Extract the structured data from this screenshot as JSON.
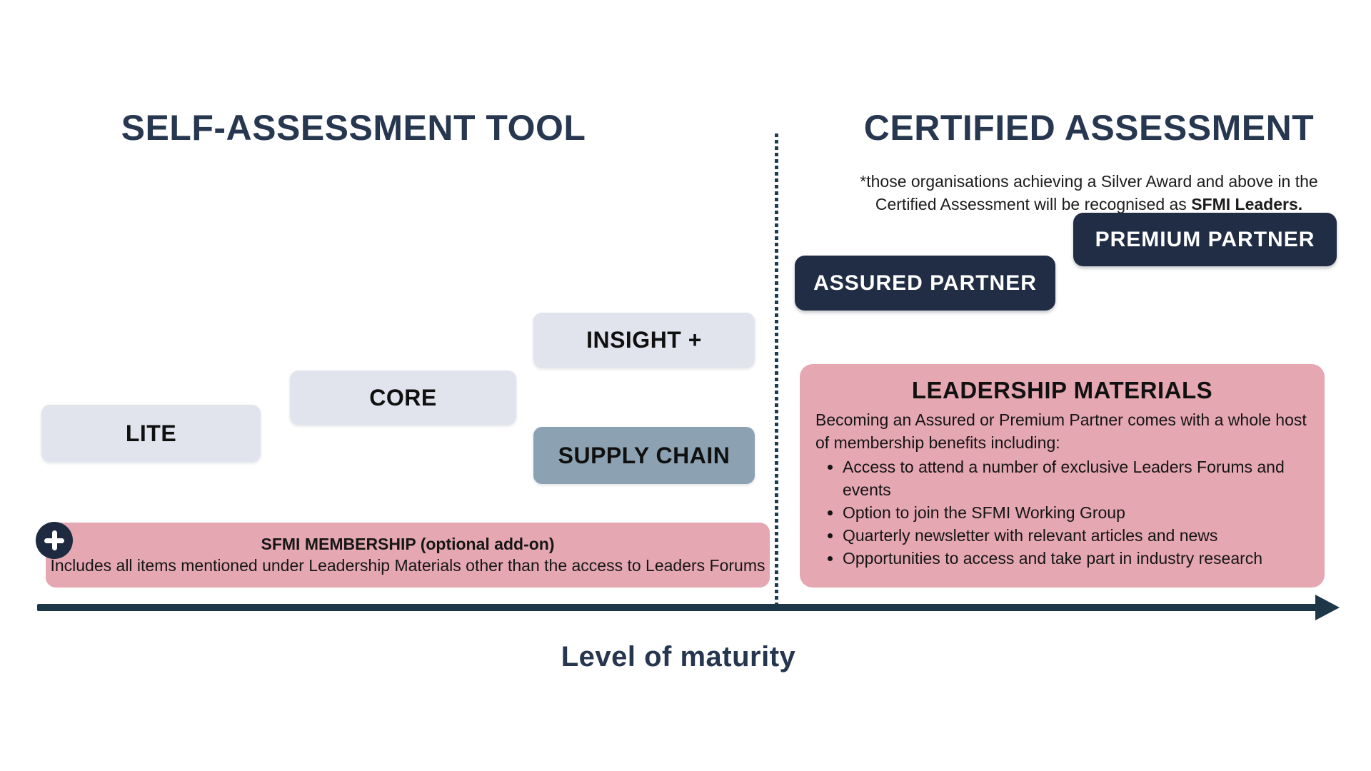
{
  "colors": {
    "background": "#ffffff",
    "navy_box": "#212d44",
    "axis_navy": "#1d3749",
    "title_navy": "#27374f",
    "light_step_box": "#e2e4ed",
    "supply_chain_box": "#8ca2b2",
    "pink": "#e5a7b2",
    "text_dark": "#141414",
    "white": "#ffffff"
  },
  "left": {
    "title": "SELF-ASSESSMENT TOOL",
    "steps": [
      {
        "label": "LITE"
      },
      {
        "label": "CORE"
      },
      {
        "label": "INSIGHT +"
      },
      {
        "label": "SUPPLY CHAIN"
      }
    ],
    "membership": {
      "icon": "plus-icon",
      "title": "SFMI MEMBERSHIP (optional add-on)",
      "description": "Includes all items mentioned under Leadership Materials other than the access to Leaders Forums"
    }
  },
  "right": {
    "title": "CERTIFIED ASSESSMENT",
    "note_line1": "*those organisations achieving a Silver Award and above in the",
    "note_line2_regular": "Certified Assessment will be recognised as ",
    "note_line2_bold": "SFMI Leaders.",
    "partners": [
      {
        "label": "ASSURED PARTNER"
      },
      {
        "label": "PREMIUM PARTNER"
      }
    ],
    "leadership": {
      "title": "LEADERSHIP MATERIALS",
      "intro": "Becoming an Assured or Premium Partner comes with a whole host of membership benefits including:",
      "bullets": [
        "Access to attend a number of exclusive Leaders Forums and events",
        "Option to join the SFMI Working Group",
        "Quarterly newsletter with relevant articles and news",
        "Opportunities to access and take part in industry research"
      ]
    }
  },
  "axis": {
    "label": "Level of maturity"
  }
}
